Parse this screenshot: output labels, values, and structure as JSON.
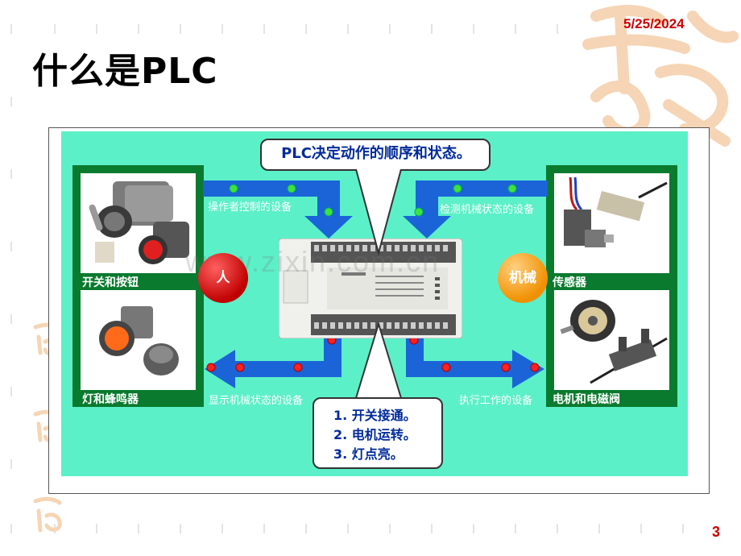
{
  "header": {
    "date": "5/25/2024",
    "title": "什么是PLC",
    "page_number": "3"
  },
  "diagram": {
    "top_bubble": "PLC决定动作的顺序和状态。",
    "steps": [
      "1. 开关接通。",
      "2. 电机运转。",
      "3. 灯点亮。"
    ],
    "arrow_labels": {
      "top_left": "操作者控制的设备",
      "top_right": "检测机械状态的设备",
      "bottom_left": "显示机械状态的设备",
      "bottom_right": "执行工作的设备"
    },
    "circles": {
      "left": "人",
      "right": "机械"
    },
    "panels": {
      "left_top": "开关和按钮",
      "left_bottom": "灯和蜂鸣器",
      "right_top": "传感器",
      "right_bottom": "电机和电磁阀"
    },
    "watermark": "www.zixin.com.cn"
  },
  "colors": {
    "accent_red": "#cc0000",
    "diagram_bg": "#5cf0c8",
    "panel_green": "#0a7a2e",
    "arrow_blue": "#1a64d8",
    "text_blue": "#002a9a"
  }
}
